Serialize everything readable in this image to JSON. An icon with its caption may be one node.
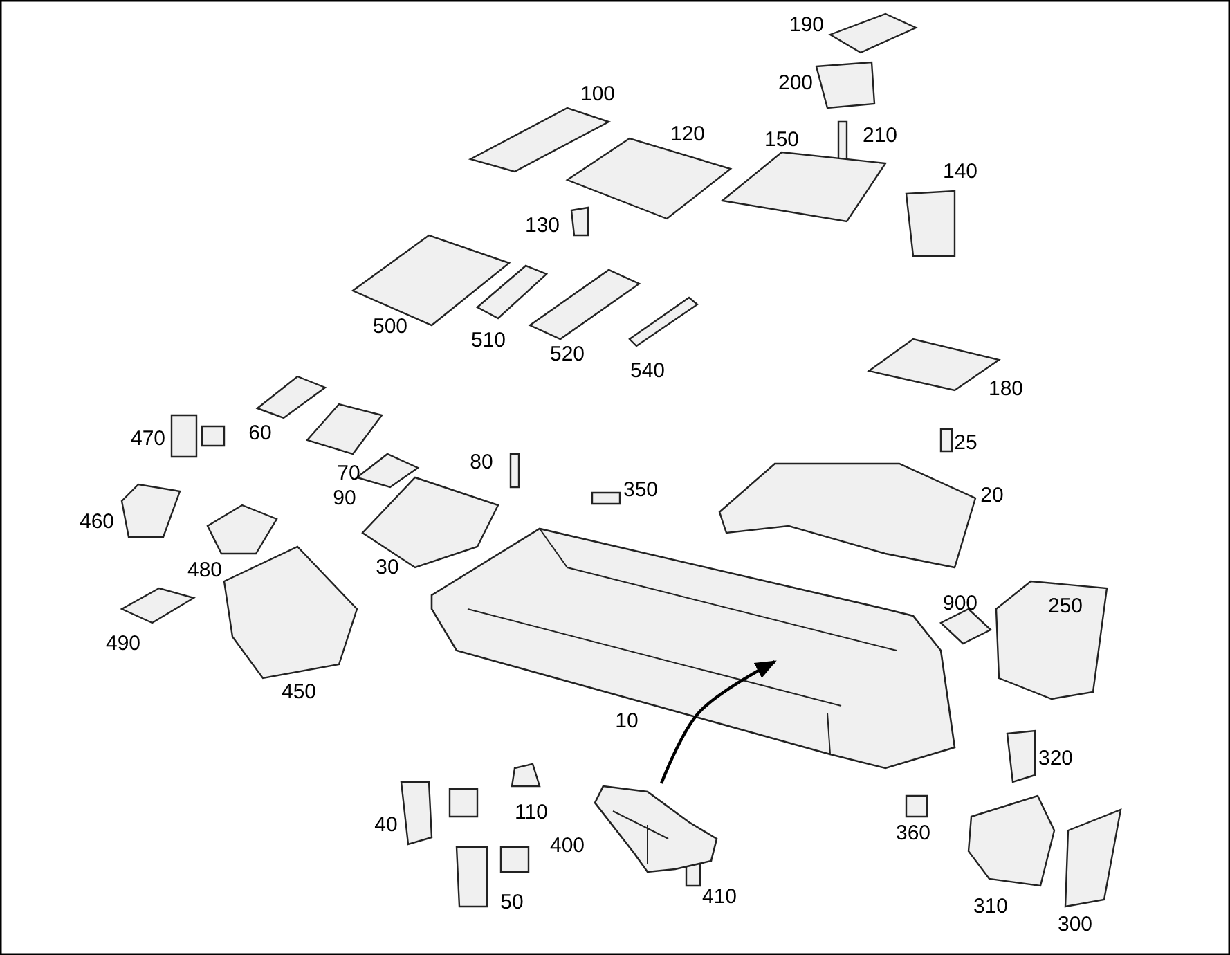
{
  "diagram": {
    "nodes": [
      {
        "text": [],
        "shape": "picture"
      },
      {
        "text": [],
        "shape": "picture"
      }
    ],
    "edges": [
      {
        "from": 1,
        "to": 0,
        "arrow": "to"
      }
    ],
    "labels": [
      "190",
      "200",
      "100",
      "120",
      "210",
      "150",
      "140",
      "130",
      "500",
      "510",
      "520",
      "540",
      "180",
      "60",
      "470",
      "25",
      "80",
      "70",
      "350",
      "20",
      "90",
      "460",
      "30",
      "480",
      "900",
      "250",
      "490",
      "450",
      "10",
      "320",
      "110",
      "40",
      "360",
      "400",
      "410",
      "50",
      "310",
      "300"
    ]
  }
}
